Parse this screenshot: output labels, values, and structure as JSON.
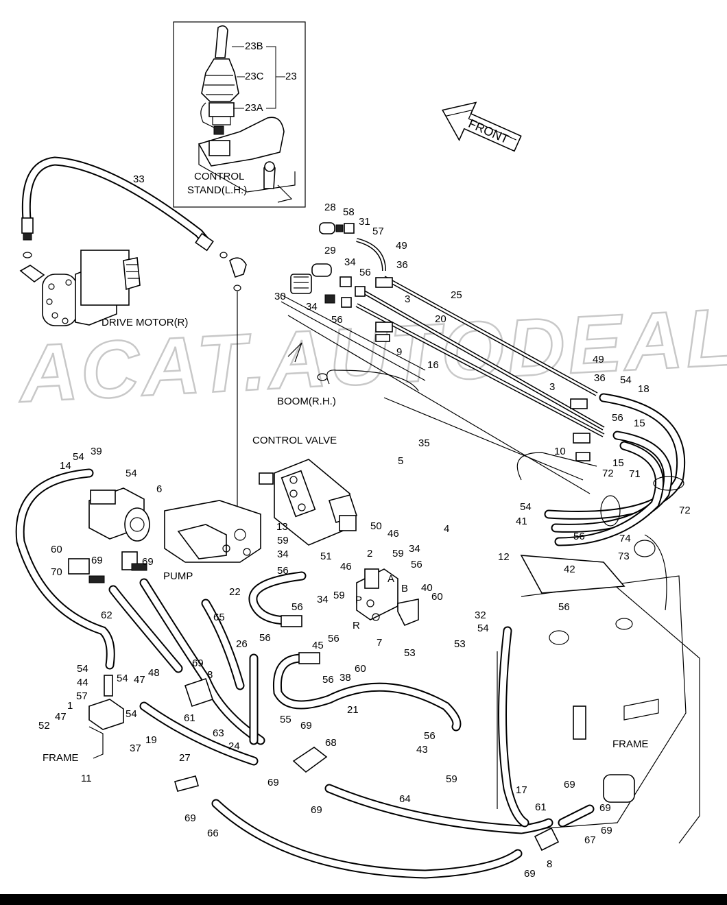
{
  "watermark": "ACAT.AUTODEALER.RU",
  "front_label": "FRONT",
  "captions": {
    "control_stand": "CONTROL",
    "control_stand_2": "STAND(L.H.)",
    "drive_motor": "DRIVE MOTOR(R)",
    "boom": "BOOM(R.H.)",
    "control_valve": "CONTROL VALVE",
    "pump": "PUMP",
    "frame_left": "FRAME",
    "frame_right": "FRAME"
  },
  "callouts": [
    {
      "text": "23B"
    },
    {
      "text": "23C"
    },
    {
      "text": "23"
    },
    {
      "text": "23A"
    },
    {
      "text": "33"
    },
    {
      "text": "28"
    },
    {
      "text": "58"
    },
    {
      "text": "31"
    },
    {
      "text": "57"
    },
    {
      "text": "49"
    },
    {
      "text": "36"
    },
    {
      "text": "29"
    },
    {
      "text": "34"
    },
    {
      "text": "56"
    },
    {
      "text": "30"
    },
    {
      "text": "34"
    },
    {
      "text": "56"
    },
    {
      "text": "3"
    },
    {
      "text": "25"
    },
    {
      "text": "20"
    },
    {
      "text": "9"
    },
    {
      "text": "16"
    },
    {
      "text": "49"
    },
    {
      "text": "36"
    },
    {
      "text": "54"
    },
    {
      "text": "18"
    },
    {
      "text": "3"
    },
    {
      "text": "56"
    },
    {
      "text": "15"
    },
    {
      "text": "15"
    },
    {
      "text": "10"
    },
    {
      "text": "35"
    },
    {
      "text": "5"
    },
    {
      "text": "72"
    },
    {
      "text": "71"
    },
    {
      "text": "72"
    },
    {
      "text": "54"
    },
    {
      "text": "41"
    },
    {
      "text": "74"
    },
    {
      "text": "56"
    },
    {
      "text": "73"
    },
    {
      "text": "42"
    },
    {
      "text": "12"
    },
    {
      "text": "56"
    },
    {
      "text": "32"
    },
    {
      "text": "54"
    },
    {
      "text": "14"
    },
    {
      "text": "54"
    },
    {
      "text": "39"
    },
    {
      "text": "54"
    },
    {
      "text": "6"
    },
    {
      "text": "60"
    },
    {
      "text": "69"
    },
    {
      "text": "69"
    },
    {
      "text": "70"
    },
    {
      "text": "62"
    },
    {
      "text": "13"
    },
    {
      "text": "59"
    },
    {
      "text": "34"
    },
    {
      "text": "56"
    },
    {
      "text": "50"
    },
    {
      "text": "46"
    },
    {
      "text": "2"
    },
    {
      "text": "59"
    },
    {
      "text": "34"
    },
    {
      "text": "56"
    },
    {
      "text": "4"
    },
    {
      "text": "51"
    },
    {
      "text": "46"
    },
    {
      "text": "59"
    },
    {
      "text": "A"
    },
    {
      "text": "B"
    },
    {
      "text": "40"
    },
    {
      "text": "60"
    },
    {
      "text": "P"
    },
    {
      "text": "R"
    },
    {
      "text": "7"
    },
    {
      "text": "53"
    },
    {
      "text": "53"
    },
    {
      "text": "22"
    },
    {
      "text": "56"
    },
    {
      "text": "34"
    },
    {
      "text": "65"
    },
    {
      "text": "45"
    },
    {
      "text": "56"
    },
    {
      "text": "26"
    },
    {
      "text": "56"
    },
    {
      "text": "60"
    },
    {
      "text": "38"
    },
    {
      "text": "56"
    },
    {
      "text": "54"
    },
    {
      "text": "44"
    },
    {
      "text": "54"
    },
    {
      "text": "47"
    },
    {
      "text": "48"
    },
    {
      "text": "69"
    },
    {
      "text": "8"
    },
    {
      "text": "57"
    },
    {
      "text": "1"
    },
    {
      "text": "47"
    },
    {
      "text": "52"
    },
    {
      "text": "54"
    },
    {
      "text": "37"
    },
    {
      "text": "19"
    },
    {
      "text": "61"
    },
    {
      "text": "63"
    },
    {
      "text": "24"
    },
    {
      "text": "55"
    },
    {
      "text": "69"
    },
    {
      "text": "21"
    },
    {
      "text": "68"
    },
    {
      "text": "11"
    },
    {
      "text": "27"
    },
    {
      "text": "69"
    },
    {
      "text": "69"
    },
    {
      "text": "56"
    },
    {
      "text": "43"
    },
    {
      "text": "59"
    },
    {
      "text": "64"
    },
    {
      "text": "17"
    },
    {
      "text": "61"
    },
    {
      "text": "69"
    },
    {
      "text": "69"
    },
    {
      "text": "67"
    },
    {
      "text": "69"
    },
    {
      "text": "69"
    },
    {
      "text": "66"
    },
    {
      "text": "8"
    },
    {
      "text": "69"
    }
  ]
}
